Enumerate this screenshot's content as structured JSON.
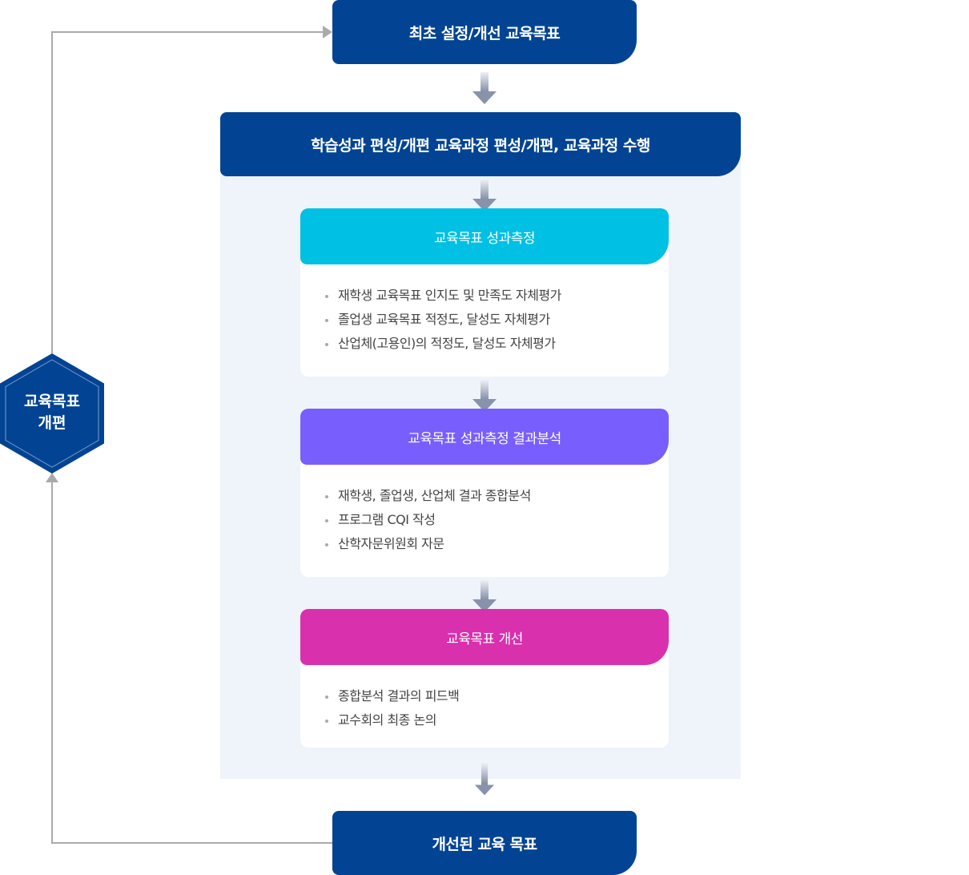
{
  "top_box": "최초 설정/개선 교육목표",
  "main_box": "학습성과 편성/개편 교육과정 편성/개편, 교육과정 수행",
  "cards": [
    {
      "title": "교육목표 성과측정",
      "color": "#00c0e3",
      "items": [
        "재학생 교육목표 인지도 및 만족도 자체평가",
        "졸업생 교육목표 적정도, 달성도 자체평가",
        "산업체(고용인)의 적정도, 달성도 자체평가"
      ]
    },
    {
      "title": "교육목표 성과측정 결과분석",
      "color": "#785efd",
      "items": [
        "재학생, 졸업생, 산업체 결과 종합분석",
        "프로그램 CQI 작성",
        "산학자문위원회 자문"
      ]
    },
    {
      "title": "교육목표 개선",
      "color": "#d930ae",
      "items": [
        "종합분석 결과의 피드백",
        "교수회의 최종 논의"
      ]
    }
  ],
  "bottom_box": "개선된 교육 목표",
  "hexagon": {
    "line1": "교육목표",
    "line2": "개편"
  }
}
